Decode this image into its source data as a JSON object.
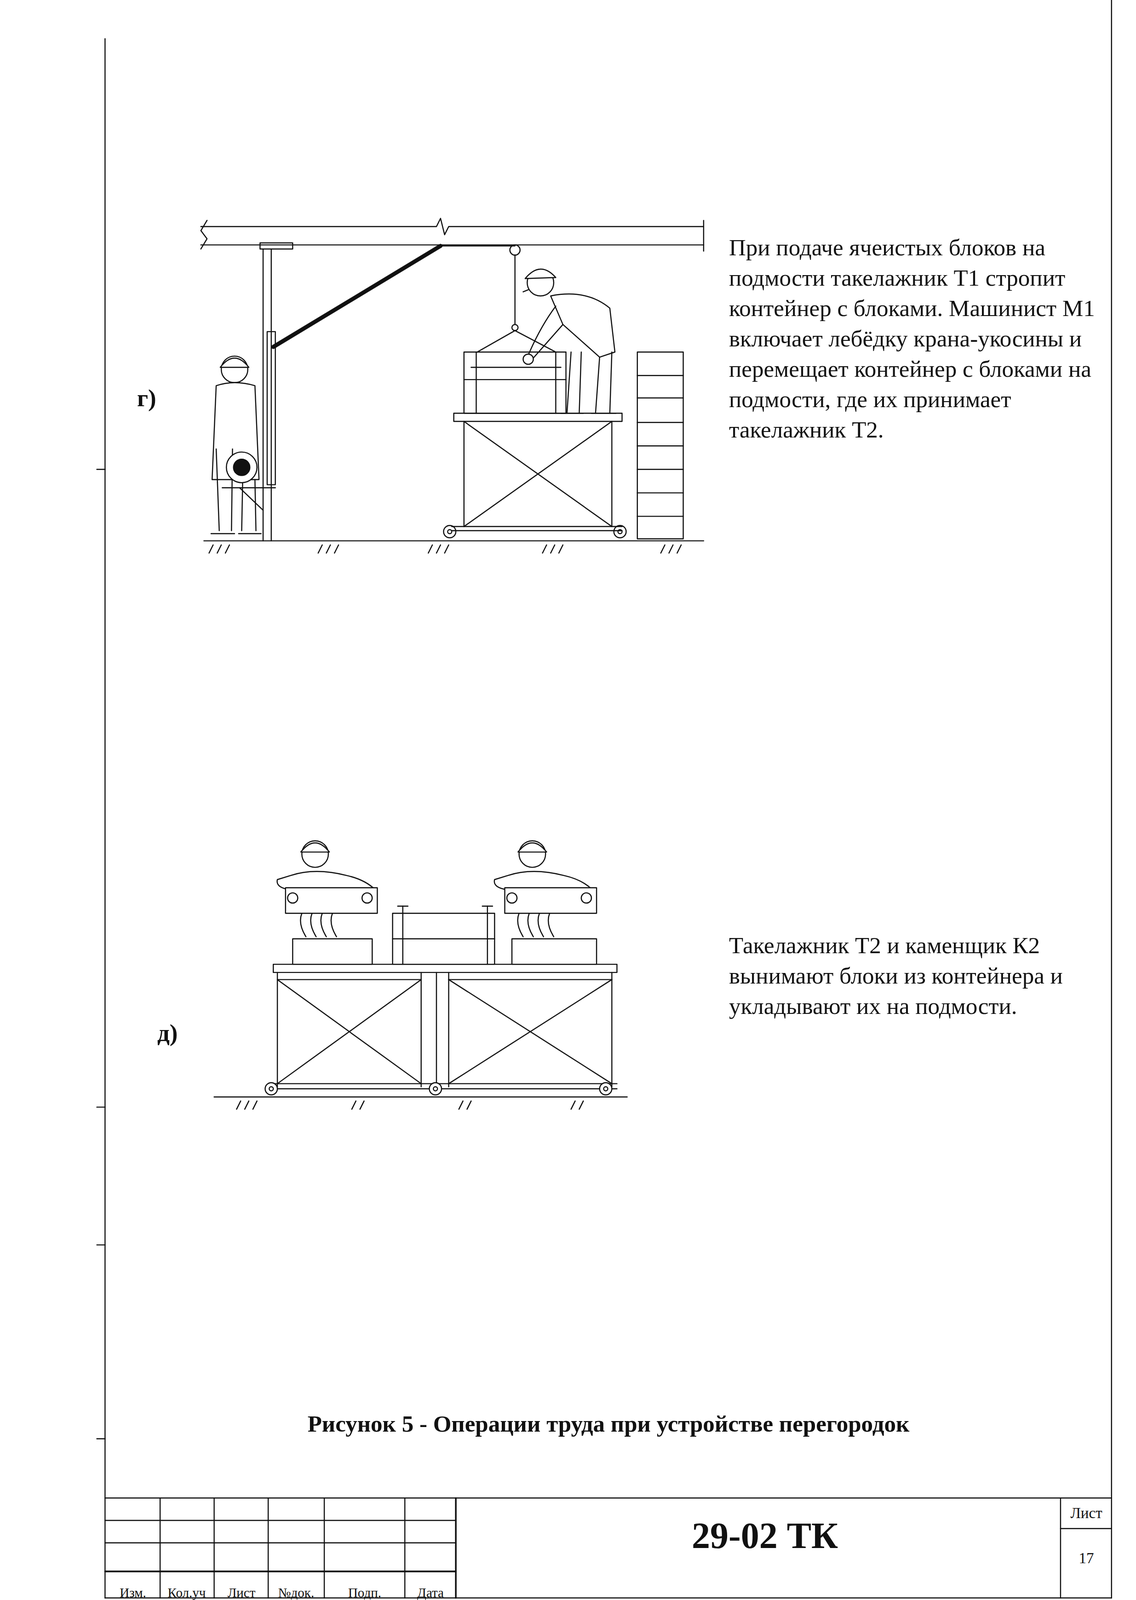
{
  "diagram": {
    "caption": "Рисунок 5 - Операции труда при устройстве перегородок",
    "labels": [
      "г)",
      "При подаче ячеистых блоков на подмости такелажник Т1 стропит контейнер с блоками. Машинист М1 включает лебёдку крана-укосины и перемещает контейнер с блоками на подмости, где их принимает такелажник Т2.",
      "д)",
      "Такелажник Т2 и каменщик К2 вынимают блоки из контейнера и укладывают их на подмости.",
      "Изм.",
      "Кол.уч",
      "Лист",
      "№док.",
      "Подп.",
      "Дата",
      "29-02 ТК",
      "Лист",
      "17"
    ]
  }
}
